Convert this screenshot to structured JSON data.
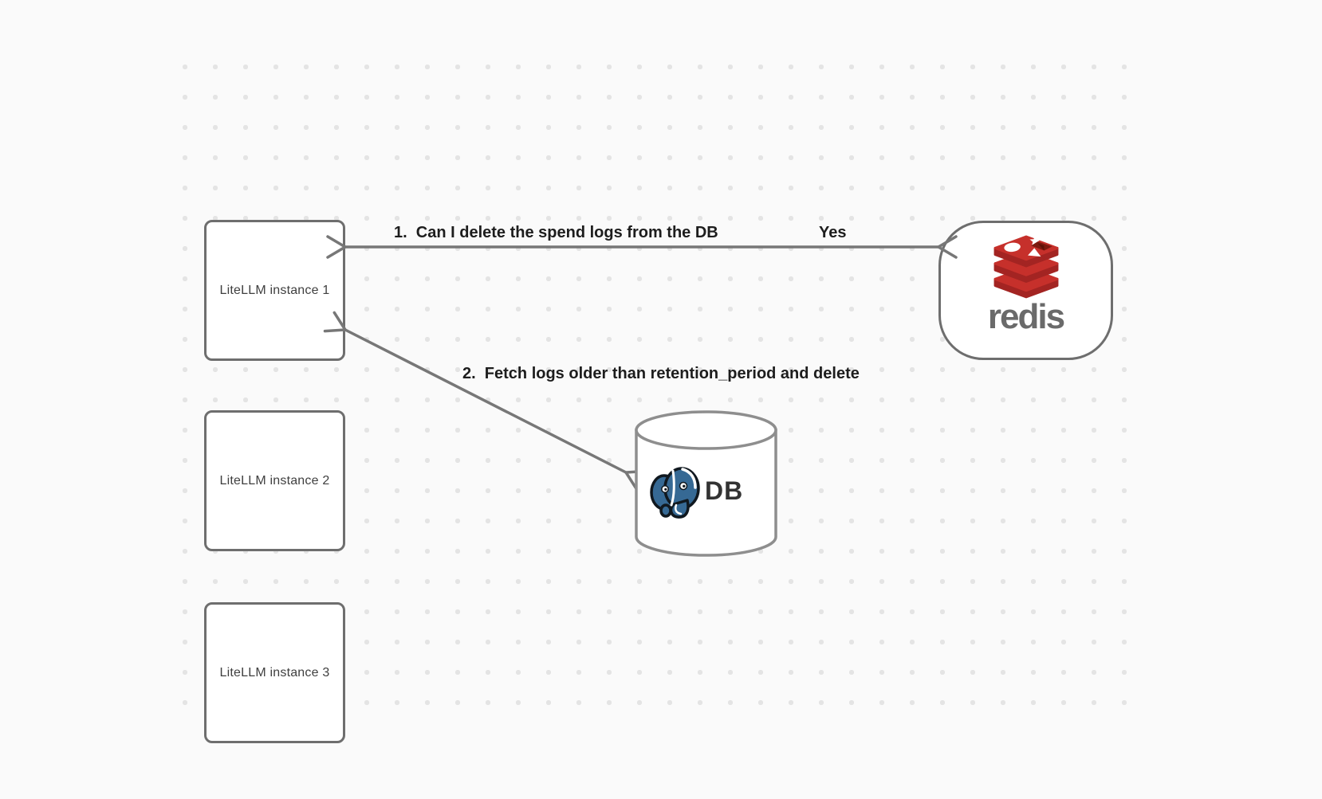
{
  "diagram": {
    "nodes": {
      "instance1": {
        "label": "LiteLLM instance 1"
      },
      "instance2": {
        "label": "LiteLLM instance 2"
      },
      "instance3": {
        "label": "LiteLLM instance 3"
      },
      "redis": {
        "wordmark": "redis",
        "icon": "redis-stacked-cubes-logo"
      },
      "database": {
        "label": "DB",
        "icon": "postgresql-elephant-logo"
      }
    },
    "edges": {
      "redis_query": {
        "label": "1.  Can I delete the spend logs from the DB",
        "response": "Yes",
        "style": "double-headed-arrow"
      },
      "db_fetch": {
        "label": "2.  Fetch logs older than retention_period and delete",
        "style": "double-headed-arrow"
      }
    },
    "colors": {
      "background": "#fafafa",
      "grid_dot": "#e4e4e4",
      "node_border": "#6e6e6e",
      "node_text": "#3f3f3f",
      "arrow": "#777777",
      "edge_label_text": "#1d1d1d",
      "cylinder_stroke": "#8e8e8e",
      "redis_red": "#c6302b",
      "redis_red_dark": "#a32422",
      "redis_hole_dark": "#7e1a10",
      "redis_wordmark": "#6a6a6a",
      "postgres_blue": "#366994",
      "db_text": "#333333"
    }
  }
}
